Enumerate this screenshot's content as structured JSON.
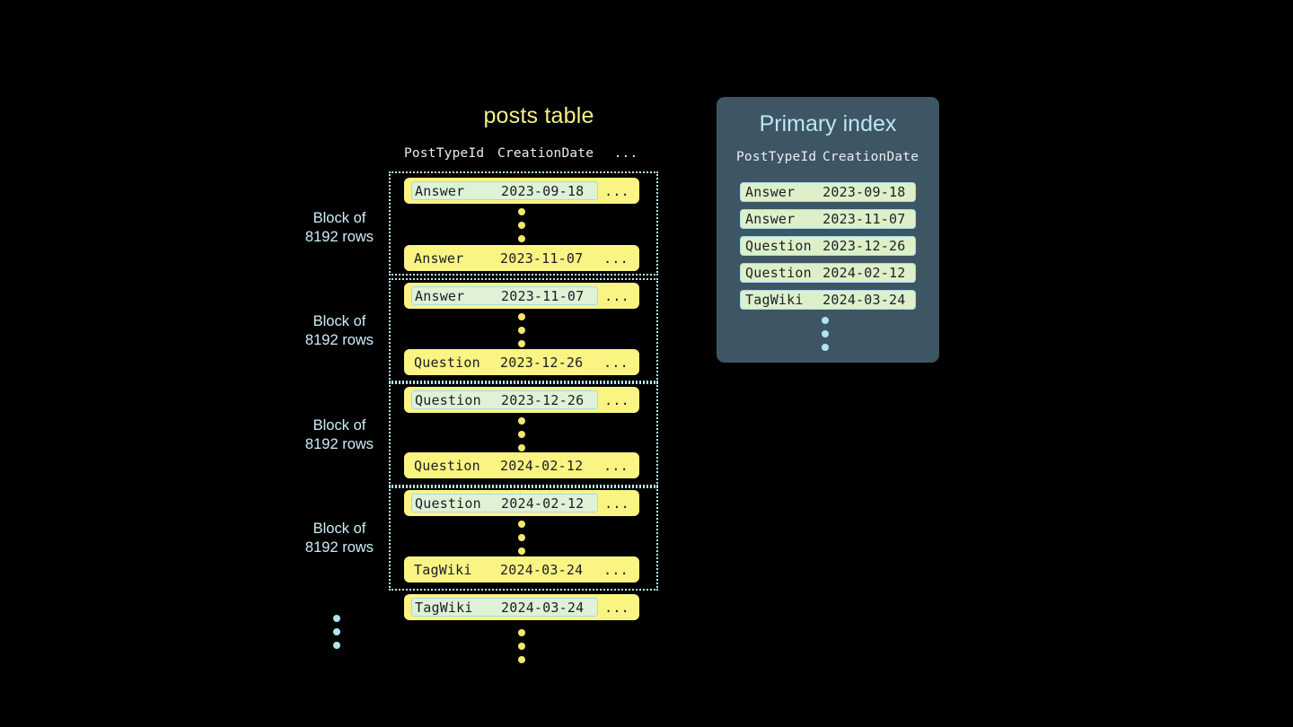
{
  "posts_table": {
    "title": "posts table",
    "columns": {
      "type": "PostTypeId",
      "date": "CreationDate",
      "rest": "..."
    },
    "rest_cell": "...",
    "blocks": [
      {
        "label_line1": "Block of",
        "label_line2": "8192 rows",
        "first_row": {
          "type": "Answer",
          "date": "2023-09-18",
          "rest": "...",
          "highlighted": true
        },
        "last_row": {
          "type": "Answer",
          "date": "2023-11-07",
          "rest": "...",
          "highlighted": false
        }
      },
      {
        "label_line1": "Block of",
        "label_line2": "8192 rows",
        "first_row": {
          "type": "Answer",
          "date": "2023-11-07",
          "rest": "...",
          "highlighted": true
        },
        "last_row": {
          "type": "Question",
          "date": "2023-12-26",
          "rest": "...",
          "highlighted": false
        }
      },
      {
        "label_line1": "Block of",
        "label_line2": "8192 rows",
        "first_row": {
          "type": "Question",
          "date": "2023-12-26",
          "rest": "...",
          "highlighted": true
        },
        "last_row": {
          "type": "Question",
          "date": "2024-02-12",
          "rest": "...",
          "highlighted": false
        }
      },
      {
        "label_line1": "Block of",
        "label_line2": "8192 rows",
        "first_row": {
          "type": "Question",
          "date": "2024-02-12",
          "rest": "...",
          "highlighted": true
        },
        "last_row": {
          "type": "TagWiki",
          "date": "2024-03-24",
          "rest": "...",
          "highlighted": false
        }
      }
    ],
    "trailing_row": {
      "type": "TagWiki",
      "date": "2024-03-24",
      "rest": "...",
      "highlighted": true
    }
  },
  "primary_index": {
    "title": "Primary index",
    "columns": {
      "type": "PostTypeId",
      "date": "CreationDate"
    },
    "rows": [
      {
        "type": "Answer",
        "date": "2023-09-18"
      },
      {
        "type": "Answer",
        "date": "2023-11-07"
      },
      {
        "type": "Question",
        "date": "2023-12-26"
      },
      {
        "type": "Question",
        "date": "2024-02-12"
      },
      {
        "type": "TagWiki",
        "date": "2024-03-24"
      }
    ]
  },
  "colors": {
    "background": "#000000",
    "row_yellow": "#FAF482",
    "highlight_green": "#DFF2D5",
    "highlight_border": "#A7D9EA",
    "panel_bg": "#3E5563",
    "index_row": "#DEF0C8",
    "accent_blue": "#BCE6F5",
    "title_yellow": "#F5F18A",
    "dot_yellow": "#F2E96B",
    "dot_blue": "#AFE4F2"
  }
}
